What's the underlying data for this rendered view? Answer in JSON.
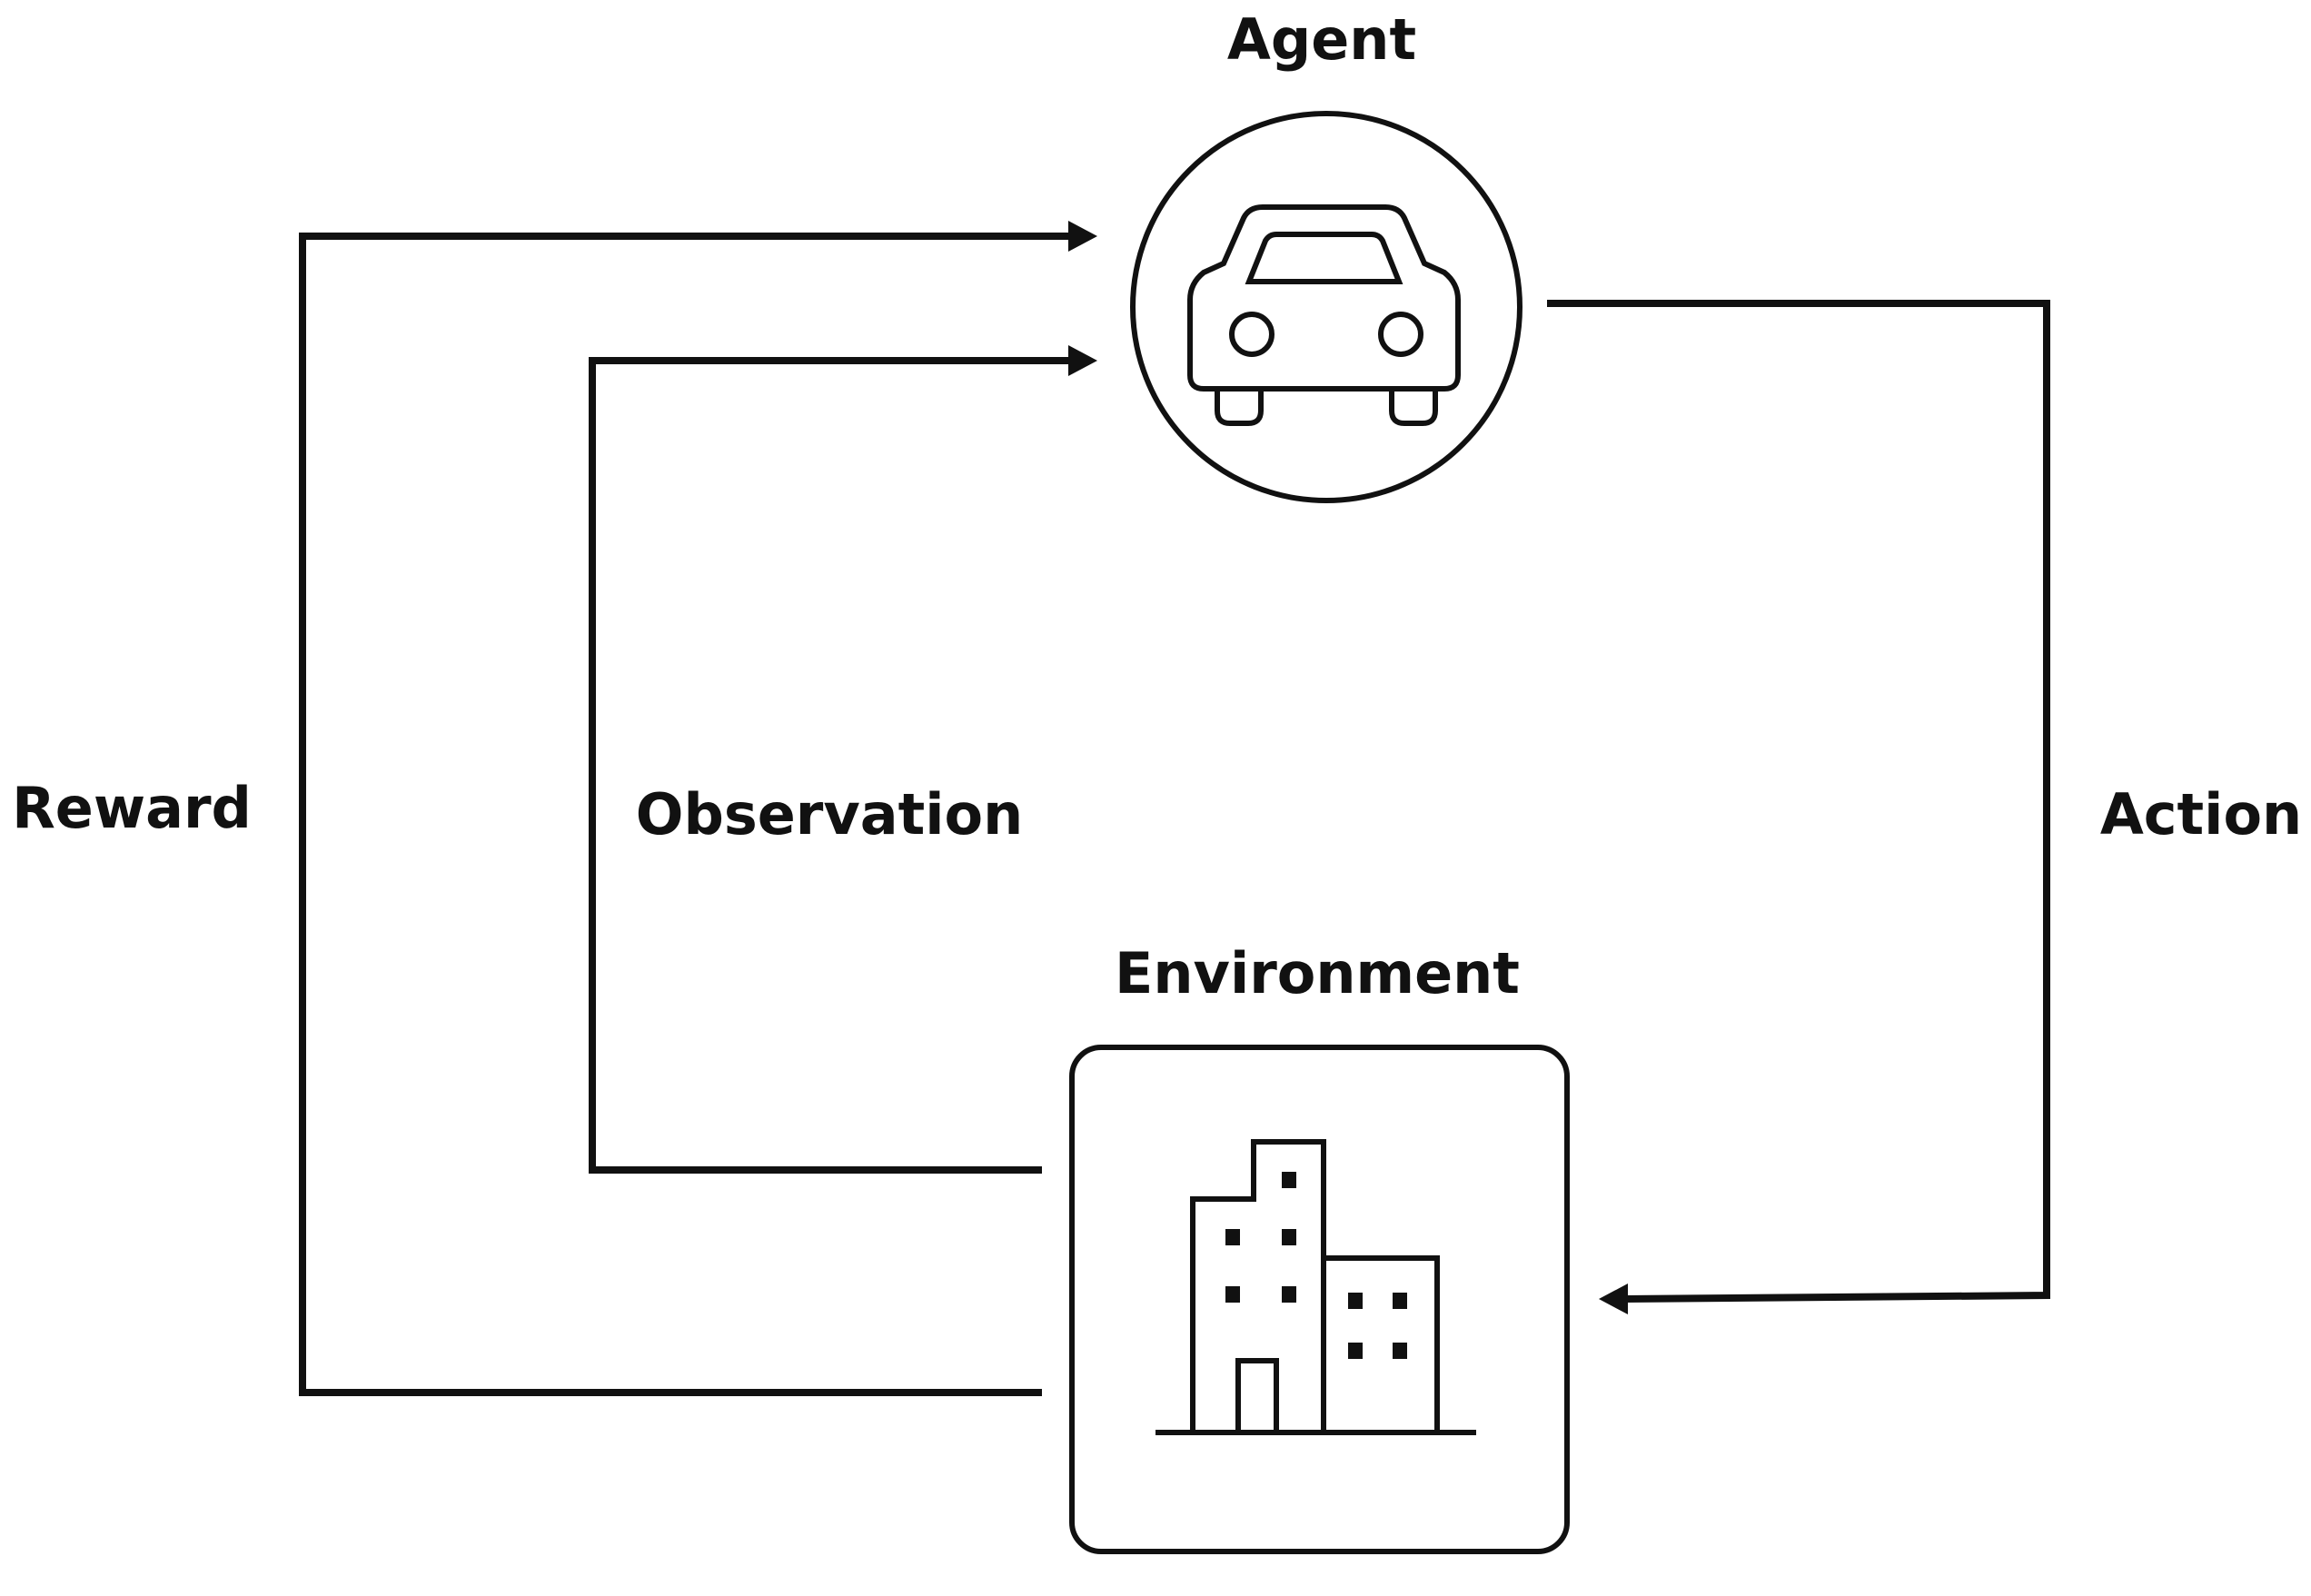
{
  "labels": {
    "agent": "Agent",
    "environment": "Environment",
    "reward": "Reward",
    "observation": "Observation",
    "action": "Action"
  },
  "icons": {
    "agent": "car-icon",
    "environment": "city-buildings-icon"
  },
  "colors": {
    "stroke": "#111111",
    "background": "#ffffff"
  }
}
